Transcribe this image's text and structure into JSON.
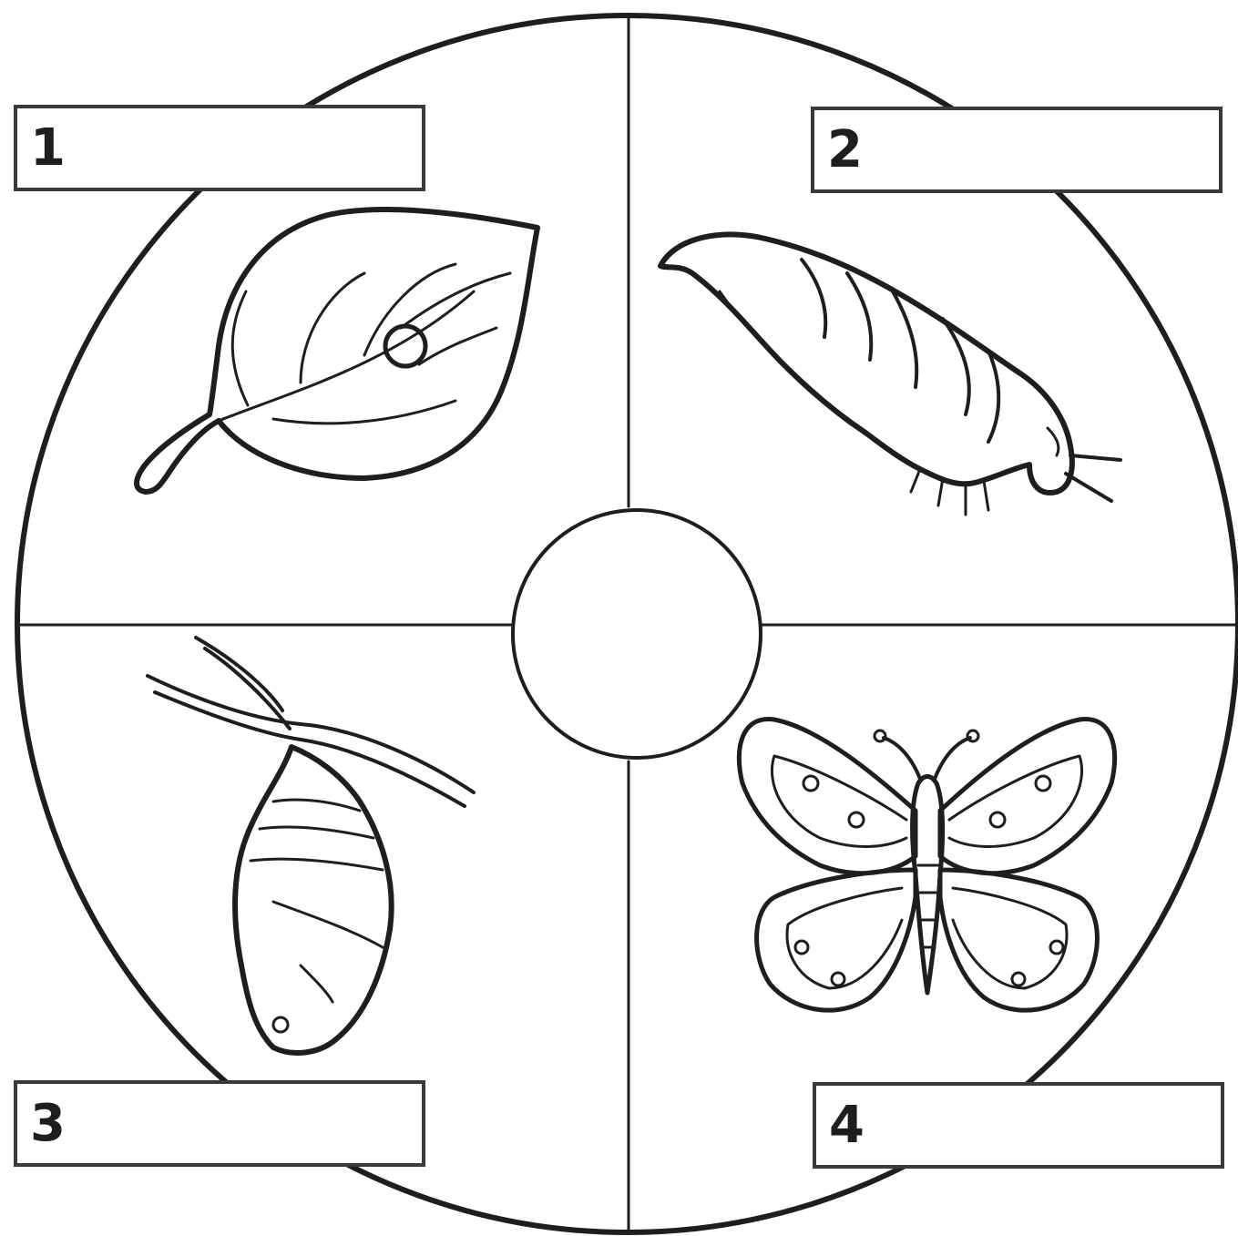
{
  "worksheet": {
    "labels": [
      {
        "number": "1",
        "value": ""
      },
      {
        "number": "2",
        "value": ""
      },
      {
        "number": "3",
        "value": ""
      },
      {
        "number": "4",
        "value": ""
      }
    ],
    "center": {
      "value": ""
    }
  },
  "icons": {
    "stage_1": "leaf-with-egg-icon",
    "stage_2": "caterpillar-icon",
    "stage_3": "chrysalis-icon",
    "stage_4": "butterfly-icon"
  },
  "colors": {
    "ink": "#1e1e1e",
    "background": "#ffffff"
  }
}
